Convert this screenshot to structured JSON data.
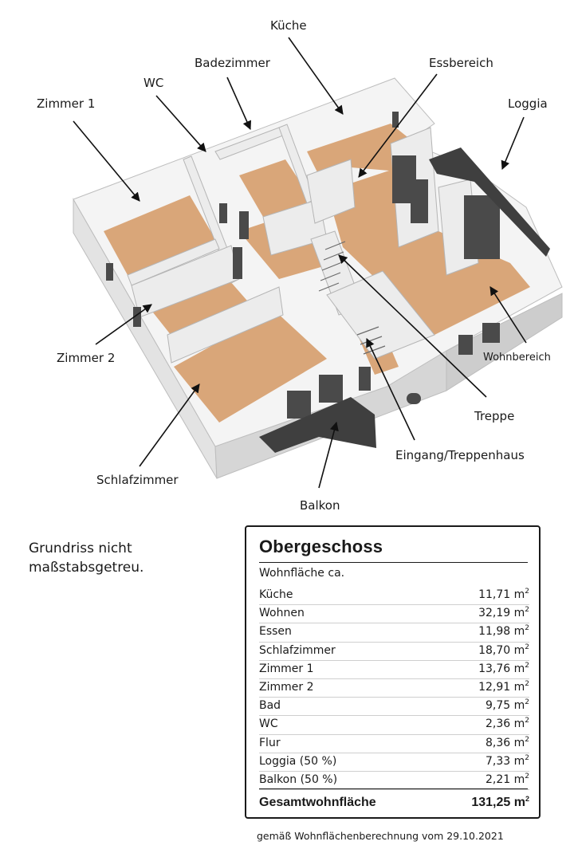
{
  "plan_labels": {
    "kueche": "Küche",
    "essbereich": "Essbereich",
    "badezimmer": "Badezimmer",
    "wc": "WC",
    "zimmer1": "Zimmer 1",
    "loggia": "Loggia",
    "zimmer2": "Zimmer 2",
    "wohnbereich": "Wohnbereich",
    "treppe": "Treppe",
    "eingang": "Eingang/Treppenhaus",
    "schlafzimmer": "Schlafzimmer",
    "balkon": "Balkon"
  },
  "note": {
    "line1": "Grundriss nicht",
    "line2": "maßstabsgetreu."
  },
  "area_table": {
    "title": "Obergeschoss",
    "subtitle": "Wohnfläche ca.",
    "unit": "m",
    "unit_sup": "2",
    "rows": [
      {
        "name": "Küche",
        "value": "11,71"
      },
      {
        "name": "Wohnen",
        "value": "32,19"
      },
      {
        "name": "Essen",
        "value": "11,98"
      },
      {
        "name": "Schlafzimmer",
        "value": "18,70"
      },
      {
        "name": "Zimmer 1",
        "value": "13,76"
      },
      {
        "name": "Zimmer 2",
        "value": "12,91"
      },
      {
        "name": "Bad",
        "value": "9,75"
      },
      {
        "name": "WC",
        "value": "2,36"
      },
      {
        "name": "Flur",
        "value": "8,36"
      },
      {
        "name": "Loggia (50 %)",
        "value": "7,33"
      },
      {
        "name": "Balkon (50 %)",
        "value": "2,21"
      }
    ],
    "total_label": "Gesamtwohnfläche",
    "total_value": "131,25"
  },
  "footnote": "gemäß Wohnflächenberechnung vom 29.10.2021",
  "colors": {
    "floor": "#d9a679",
    "wall_top": "#f4f4f4",
    "wall_side": "#dedede",
    "balcony": "#3f3f3f"
  }
}
